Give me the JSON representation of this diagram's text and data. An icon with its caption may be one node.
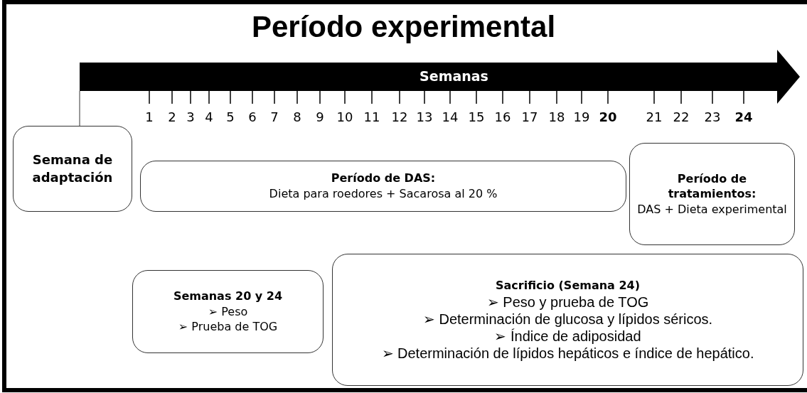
{
  "diagram": {
    "title": "Período experimental",
    "nodes": [
      {
        "text": [
          "Semanas"
        ]
      },
      {
        "text": [
          "Semana de adaptación"
        ]
      },
      {
        "text": [
          "Período de DAS:",
          "Dieta para roedores + Sacarosa al 20 %"
        ]
      },
      {
        "text": [
          "Período de tratamientos:",
          "DAS + Dieta experimental"
        ]
      },
      {
        "text": [
          "Semanas 20 y 24",
          "➢ Peso",
          "➢ Prueba de TOG"
        ]
      },
      {
        "text": [
          "Sacrificio (Semana 24)",
          "➢ Peso y prueba de TOG",
          "➢ Determinación de glucosa y lípidos séricos.",
          "➢ Índice de adiposidad",
          "➢ Determinación de lípidos hepáticos e índice de hepático."
        ]
      }
    ],
    "edges": [
      {
        "from": 0,
        "to": 1,
        "arrow": "none"
      }
    ],
    "labels": [
      "1",
      "2",
      "3",
      "4",
      "5",
      "6",
      "7",
      "8",
      "9",
      "10",
      "11",
      "12",
      "13",
      "14",
      "15",
      "16",
      "17",
      "18",
      "19",
      "20",
      "21",
      "22",
      "23",
      "24"
    ]
  }
}
